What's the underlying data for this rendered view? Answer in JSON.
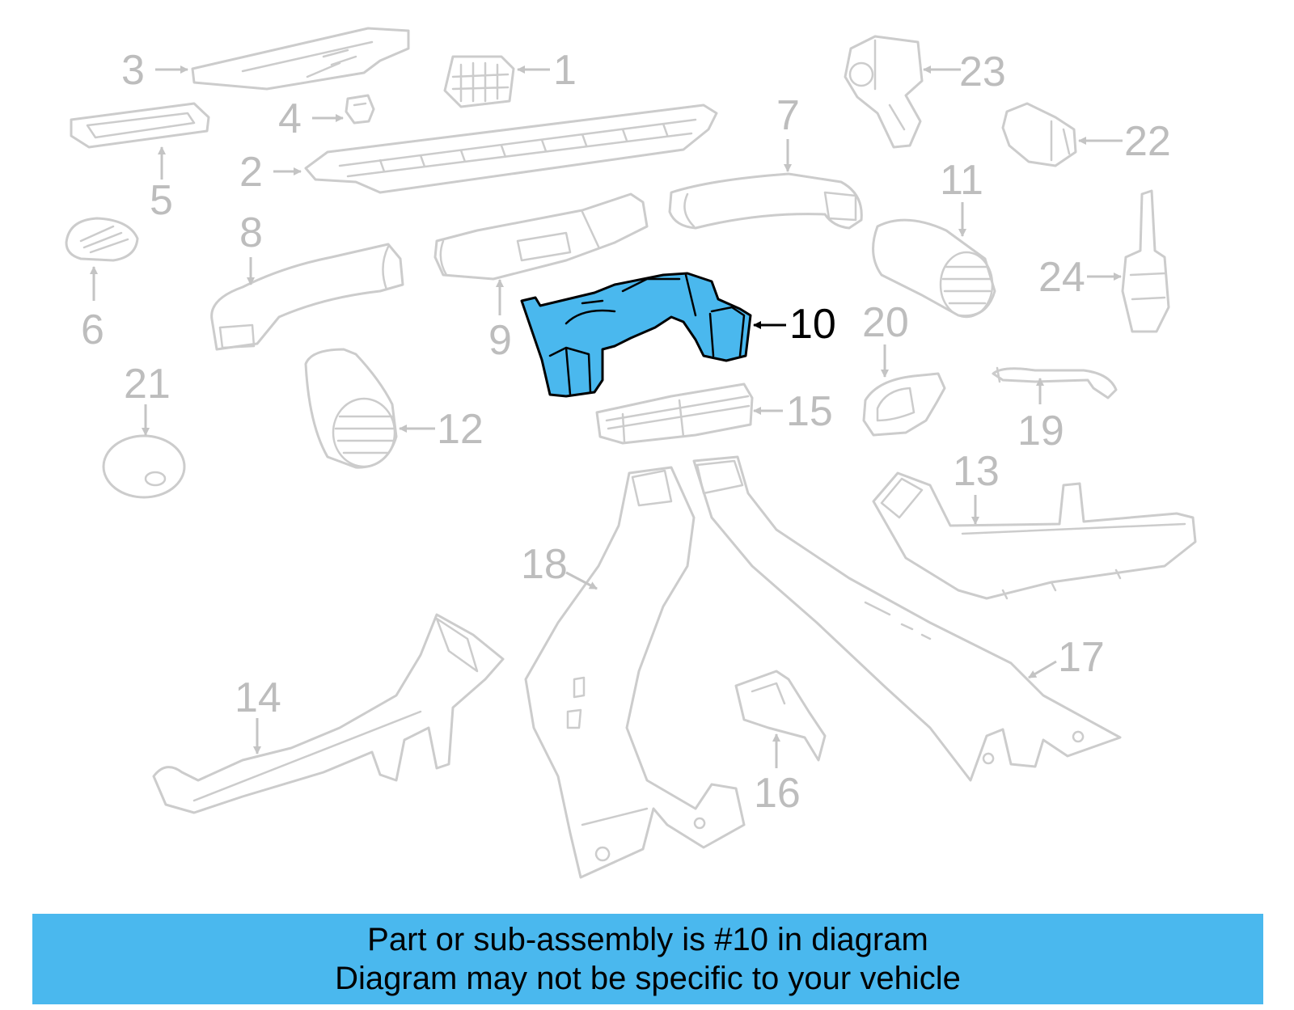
{
  "highlight_color": "#4ab8ee",
  "muted_color": "#cccccc",
  "selected_part": "10",
  "callouts": [
    "1",
    "2",
    "3",
    "4",
    "5",
    "6",
    "7",
    "8",
    "9",
    "10",
    "11",
    "12",
    "13",
    "14",
    "15",
    "16",
    "17",
    "18",
    "19",
    "20",
    "21",
    "22",
    "23",
    "24"
  ],
  "banner": {
    "line1": "Part or sub-assembly is #10 in diagram",
    "line2": "Diagram may not be specific to your vehicle"
  }
}
